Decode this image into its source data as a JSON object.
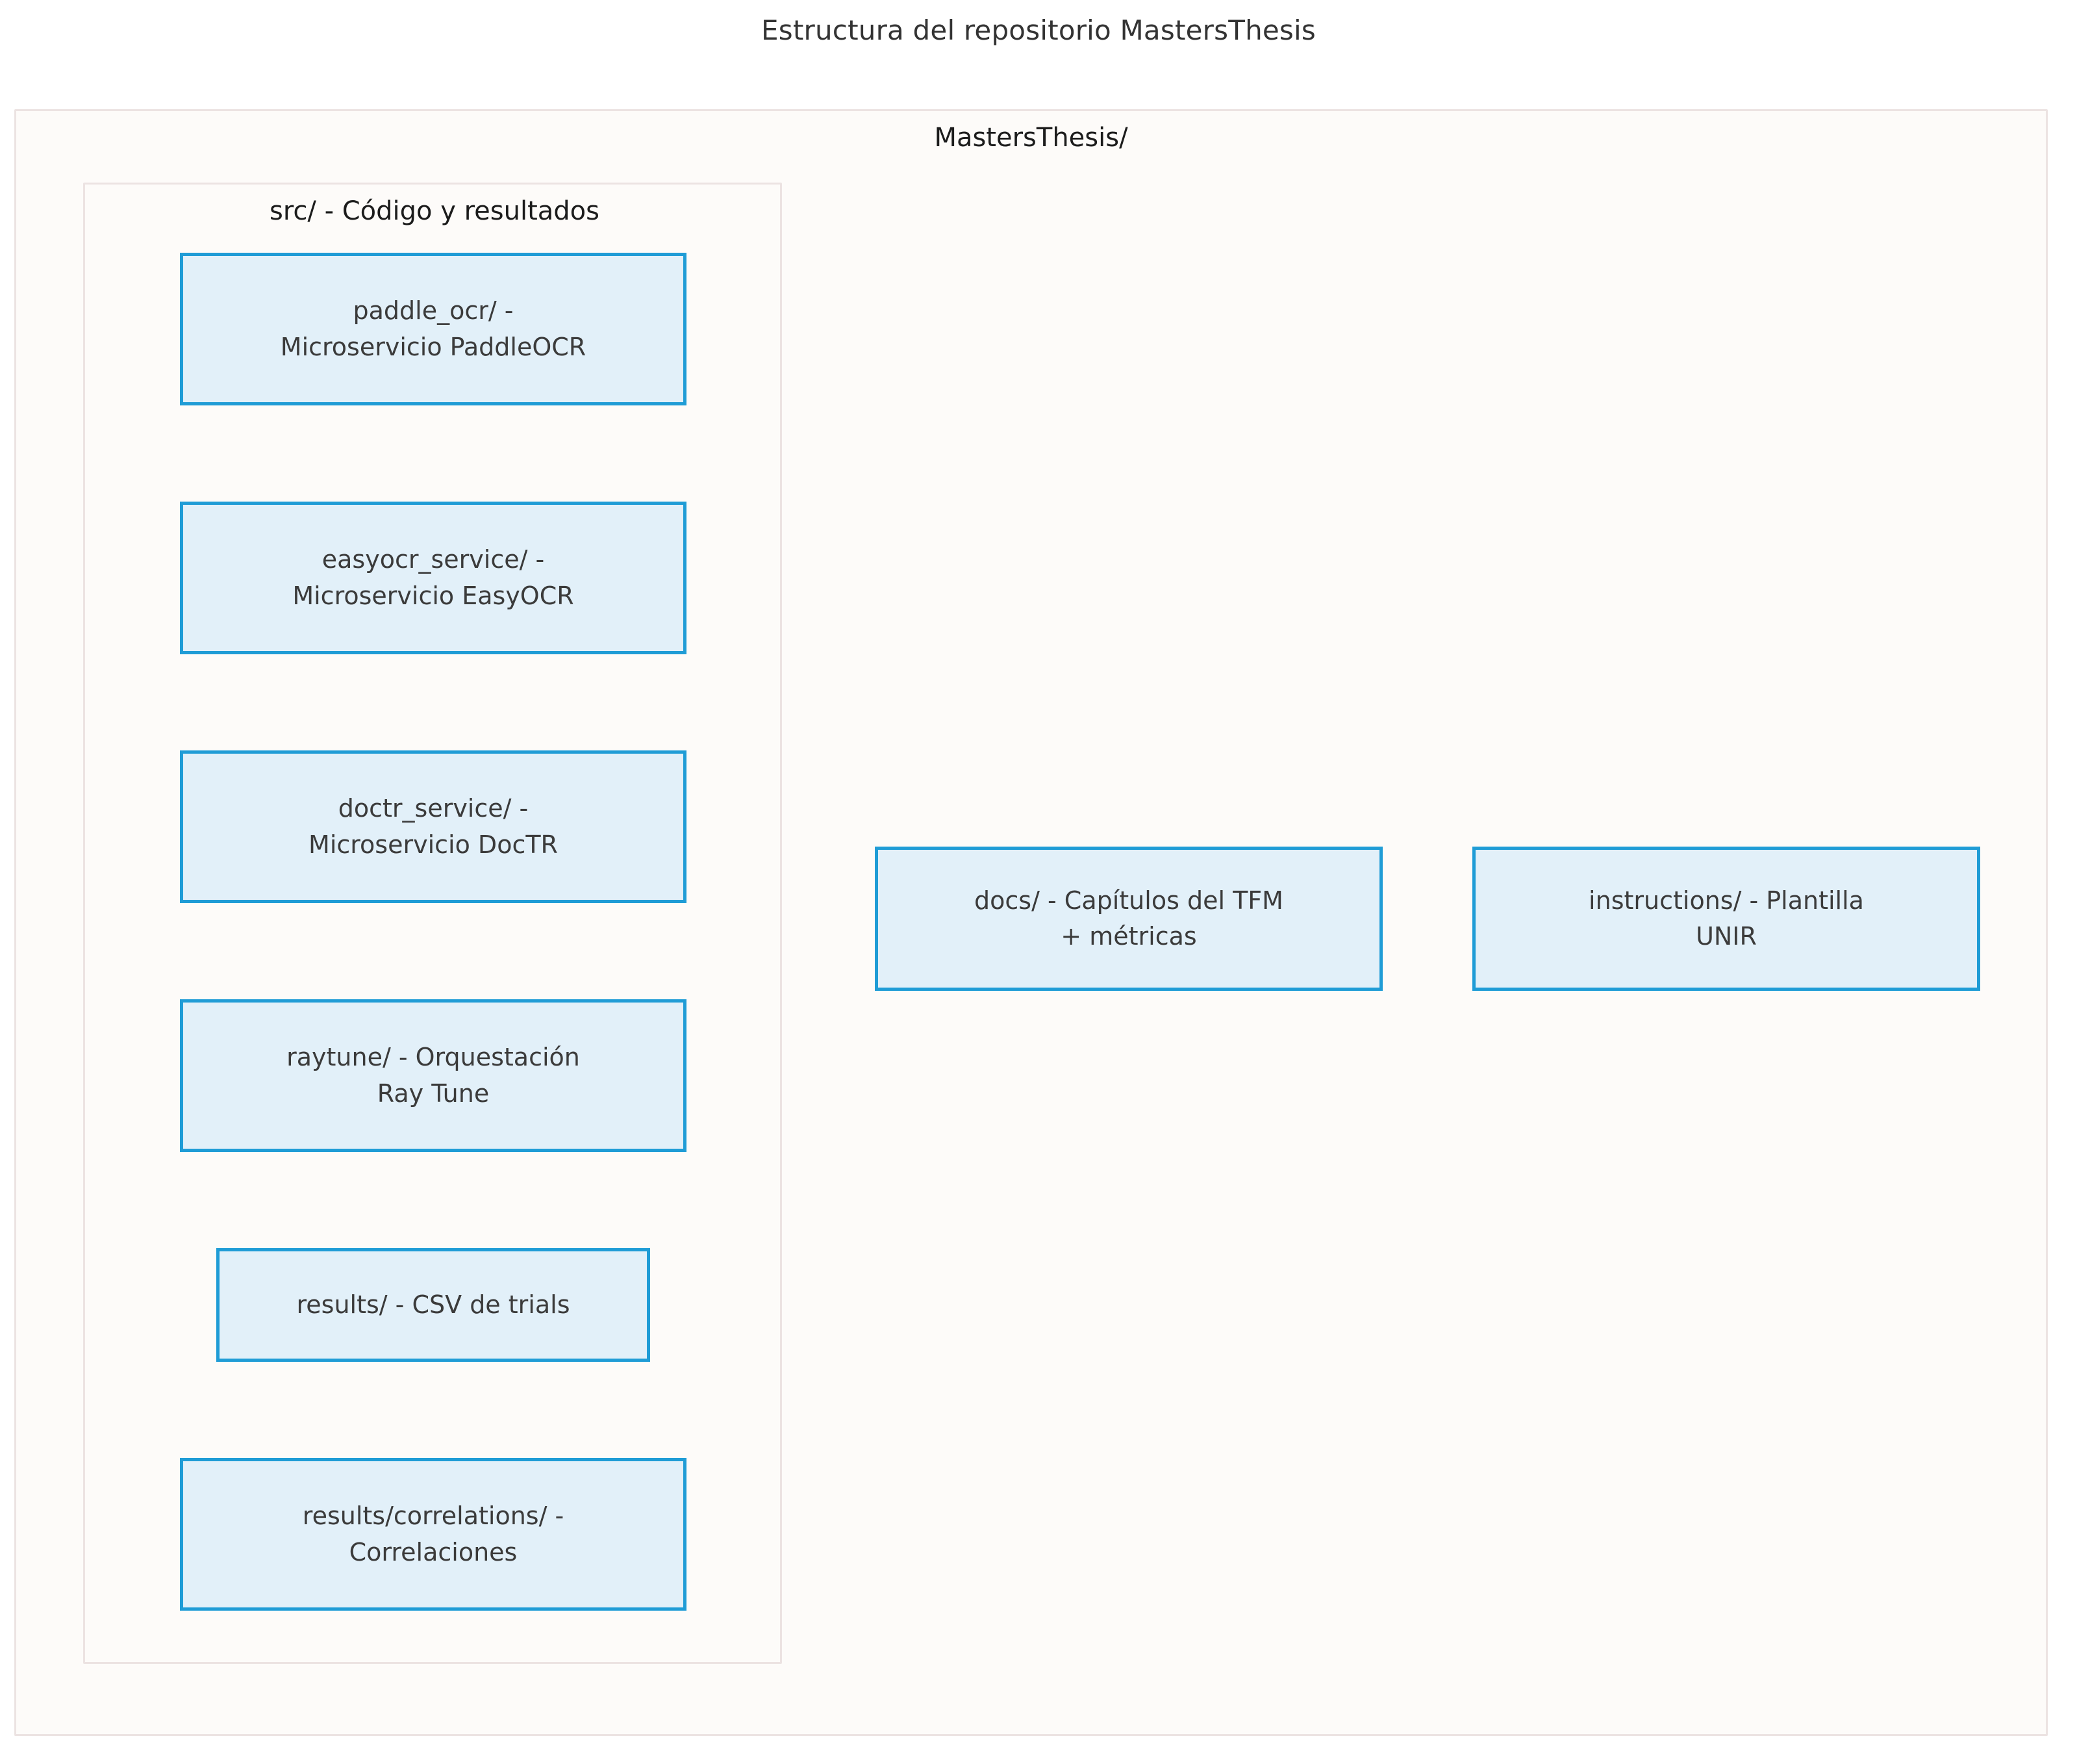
{
  "title": "Estructura del repositorio MastersThesis",
  "colors": {
    "page_background": "#ffffff",
    "cluster_fill": "#fdfbf9",
    "cluster_border": "#ece3e2",
    "node_fill": "#e2f0f9",
    "node_border": "#1f9cd6",
    "node_text": "#3b3b3b",
    "title_text": "#333333",
    "cluster_label_text": "#1c1c1c"
  },
  "clusters": {
    "root": {
      "label": "MastersThesis/"
    },
    "src": {
      "label": "src/ - Código y resultados"
    }
  },
  "nodes": {
    "paddle_ocr": {
      "label": "paddle_ocr/ -\nMicroservicio PaddleOCR"
    },
    "easyocr_service": {
      "label": "easyocr_service/ -\nMicroservicio EasyOCR"
    },
    "doctr_service": {
      "label": "doctr_service/ -\nMicroservicio DocTR"
    },
    "raytune": {
      "label": "raytune/ - Orquestación\nRay Tune"
    },
    "results": {
      "label": "results/ - CSV de trials"
    },
    "results_correlations": {
      "label": "results/correlations/ -\nCorrelaciones"
    },
    "docs": {
      "label": "docs/ - Capítulos del TFM\n+ métricas"
    },
    "instructions": {
      "label": "instructions/ - Plantilla\nUNIR"
    }
  }
}
